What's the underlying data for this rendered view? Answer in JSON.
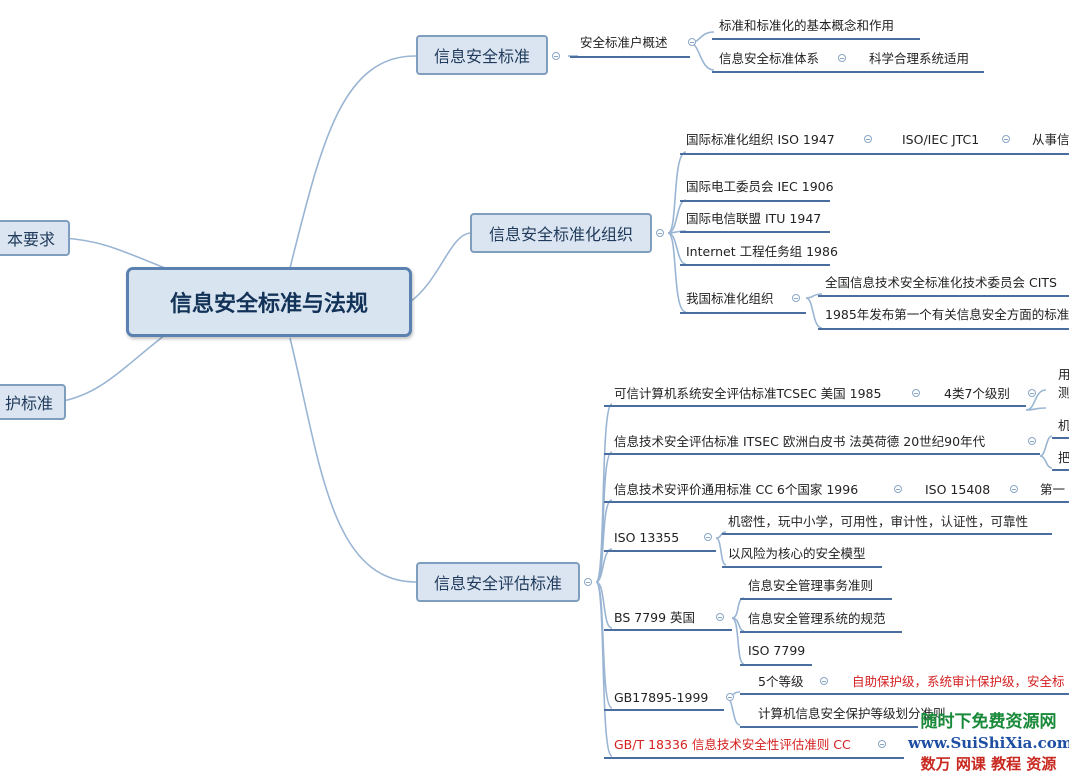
{
  "central": "信息安全标准与法规",
  "left_nodes": {
    "top": "本要求",
    "bottom": "护标准"
  },
  "std": {
    "title": "信息安全标准",
    "overview": "安全标准户概述",
    "concept": "标准和标准化的基本概念和作用",
    "system": "信息安全标准体系",
    "system_detail": "科学合理系统适用"
  },
  "org": {
    "title": "信息安全标准化组织",
    "iso": "国际标准化组织  ISO  1947",
    "iso_jtc": "ISO/IEC JTC1",
    "iso_jtc_detail": "从事信",
    "iec": "国际电工委员会  IEC  1906",
    "itu": "国际电信联盟  ITU  1947",
    "ietf": "Internet 工程任务组  1986",
    "cn": "我国标准化组织",
    "cits": "全国信息技术安全标准化技术委员会 CITS",
    "y1985": "1985年发布第一个有关信息安全方面的标准"
  },
  "eval": {
    "title": "信息安全评估标准",
    "tcsec": "可信计算机系统安全评估标准TCSEC  美国  1985",
    "tcsec_levels": "4类7个级别",
    "tcsec_c1": "用",
    "tcsec_c2": "测",
    "itsec": "信息技术安全评估标准  ITSEC  欧洲白皮书  法英荷德  20世纪90年代",
    "itsec_c1": "机",
    "itsec_c2": "把",
    "cc": "信息技术安评价通用标准  CC  6个国家  1996",
    "cc_iso": "ISO 15408",
    "cc_first": "第一",
    "iso13355": "ISO 13355",
    "iso13355_a": "机密性，玩中小学，可用性，审计性，认证性，可靠性",
    "iso13355_b": "以风险为核心的安全模型",
    "bs7799": "BS 7799  英国",
    "bs_a": "信息安全管理事务准则",
    "bs_b": "信息安全管理系统的规范",
    "bs_c": "ISO 7799",
    "gb17895": "GB17895-1999",
    "gb_levels": "5个等级",
    "gb_levels_detail": "自助保护级，系统审计保护级，安全标",
    "gb_division": "计算机信息安全保护等级划分准则",
    "gbt18336": "GB/T 18336  信息技术安全性评估准则 CC"
  },
  "watermark": {
    "line1": "随时下免费资源网",
    "line2": "www.SuiShiXia.com",
    "line3": "数万 网课 教程 资源"
  },
  "colors": {
    "node_fill": "#dbe5f1",
    "node_border": "#7f9dbd",
    "connector": "#9ab5d3",
    "underline": "#4a6ea0",
    "highlight_red": "#d42020"
  }
}
